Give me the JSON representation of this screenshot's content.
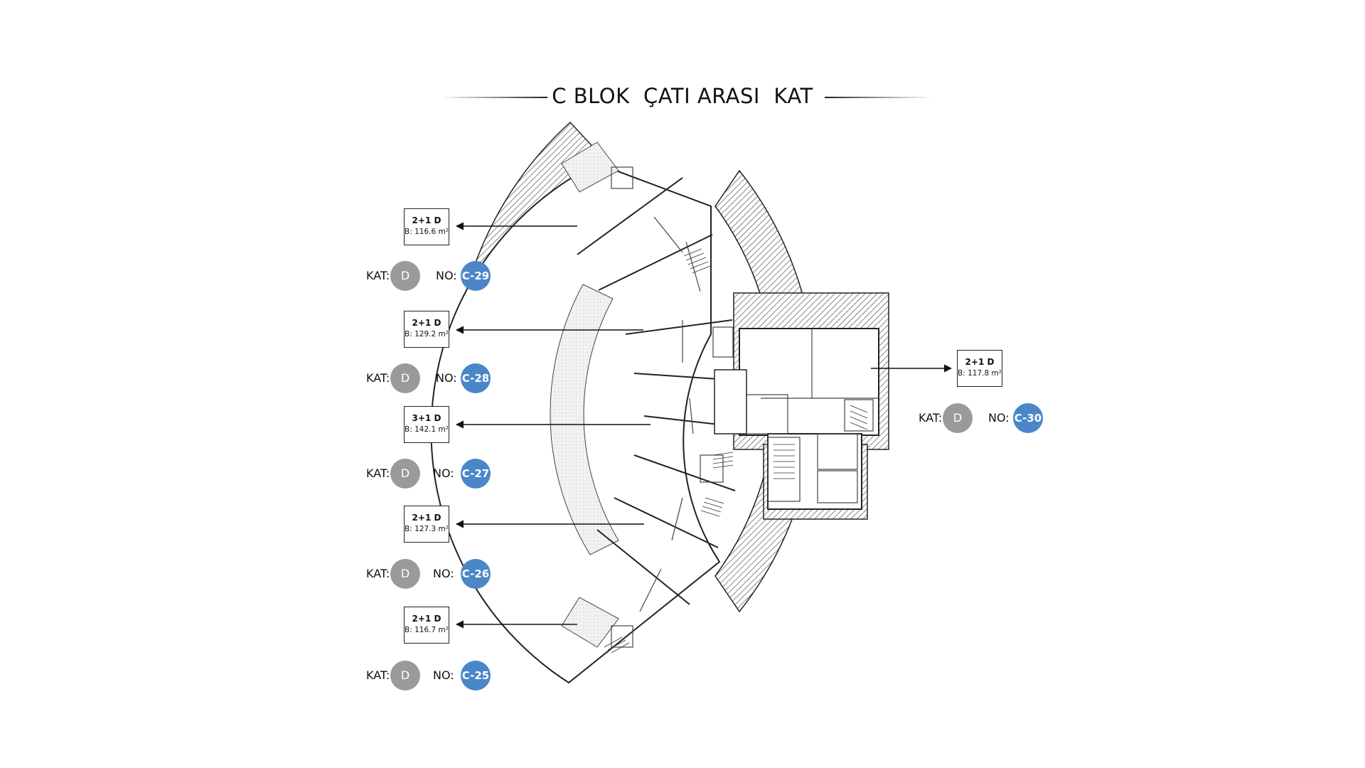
{
  "title": "C BLOK  ÇATI ARASI  KAT",
  "kat_label": "KAT:",
  "no_label": "NO:",
  "colors": {
    "badge": "#4a86c8",
    "floor": "#9a9a9a",
    "line": "#222222"
  },
  "units": [
    {
      "type": "2+1 D",
      "area": "B: 116.6 m²",
      "kat": "D",
      "no": "C-29"
    },
    {
      "type": "2+1 D",
      "area": "B: 129.2 m²",
      "kat": "D",
      "no": "C-28"
    },
    {
      "type": "3+1 D",
      "area": "B: 142.1 m²",
      "kat": "D",
      "no": "C-27"
    },
    {
      "type": "2+1 D",
      "area": "B: 127.3 m²",
      "kat": "D",
      "no": "C-26"
    },
    {
      "type": "2+1 D",
      "area": "B: 116.7 m²",
      "kat": "D",
      "no": "C-25"
    },
    {
      "type": "2+1 D",
      "area": "B: 117.8 m²",
      "kat": "D",
      "no": "C-30"
    }
  ]
}
